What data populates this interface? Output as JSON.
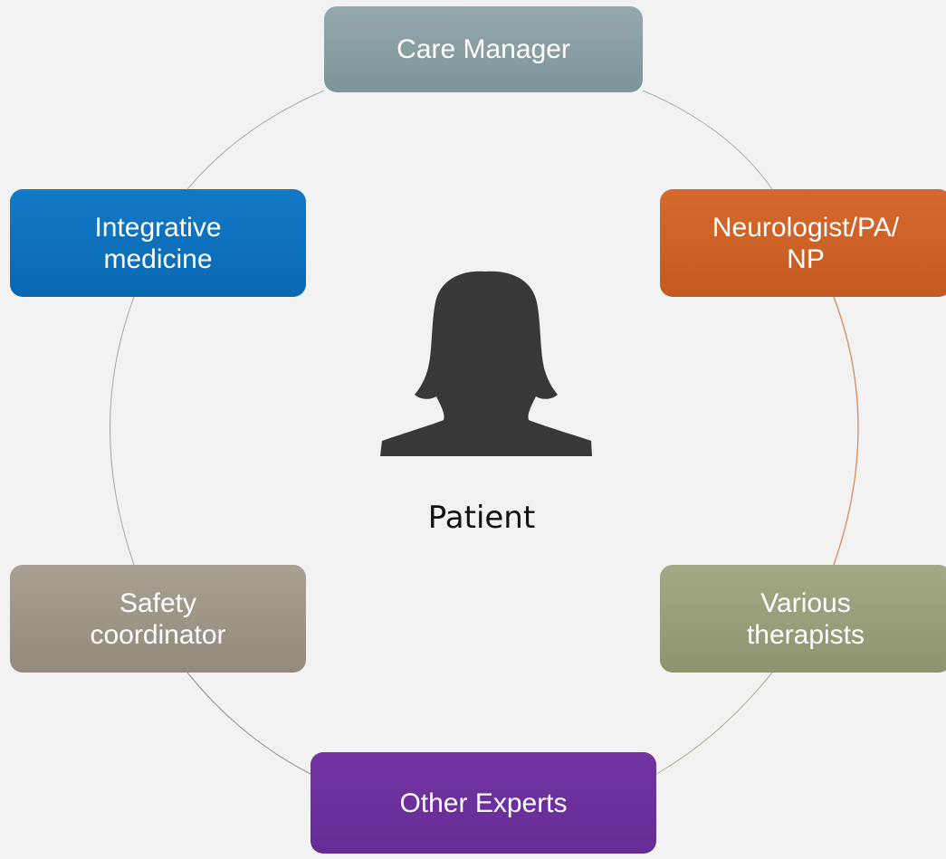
{
  "diagram": {
    "center": {
      "label": "Patient",
      "icon": "person-silhouette-icon"
    },
    "nodes": [
      {
        "id": "care",
        "label": "Care Manager",
        "color": "#95a9ae",
        "color_dark": "#7e9499"
      },
      {
        "id": "neuro",
        "label": "Neurologist/PA/\nNP",
        "color": "#d6692d",
        "color_dark": "#c45a20"
      },
      {
        "id": "therapists",
        "label": "Various\ntherapists",
        "color": "#a2aa85",
        "color_dark": "#8c9570"
      },
      {
        "id": "experts",
        "label": "Other Experts",
        "color": "#7334a4",
        "color_dark": "#652c94"
      },
      {
        "id": "safety",
        "label": "Safety\ncoordinator",
        "color": "#a8a092",
        "color_dark": "#938a7b"
      },
      {
        "id": "integrative",
        "label": "Integrative\nmedicine",
        "color": "#1279c6",
        "color_dark": "#0a68b2"
      }
    ],
    "connector_colors": {
      "care_neuro": "#a4b4b8",
      "neuro_therapists": "#d68a5e",
      "therapists_experts": "#a9ae90",
      "experts_safety": "#8e8880",
      "safety_integrative": "#aaa49a",
      "integrative_care": "#a0aeb2"
    }
  }
}
